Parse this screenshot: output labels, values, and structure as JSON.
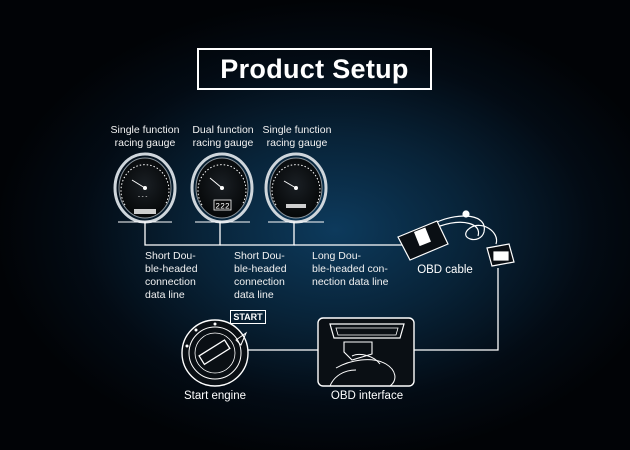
{
  "title": "Product Setup",
  "gauges": [
    {
      "label_line1": "Single function",
      "label_line2": "racing gauge"
    },
    {
      "label_line1": "Dual function",
      "label_line2": "racing gauge",
      "display": "222"
    },
    {
      "label_line1": "Single function",
      "label_line2": "racing gauge"
    }
  ],
  "connections": {
    "short1": [
      "Short Dou-",
      "ble-headed",
      "connection",
      "data line"
    ],
    "short2": [
      "Short Dou-",
      "ble-headed",
      "connection",
      "data line"
    ],
    "long": [
      "Long Dou-",
      "ble-headed con-",
      "nection data line"
    ]
  },
  "obd_cable_label": "OBD cable",
  "start_engine_label": "Start engine",
  "start_badge": "START",
  "obd_interface_label": "OBD interface",
  "colors": {
    "line": "#ffffff",
    "background": "#061a2b",
    "glow": "#0d3a5c"
  }
}
